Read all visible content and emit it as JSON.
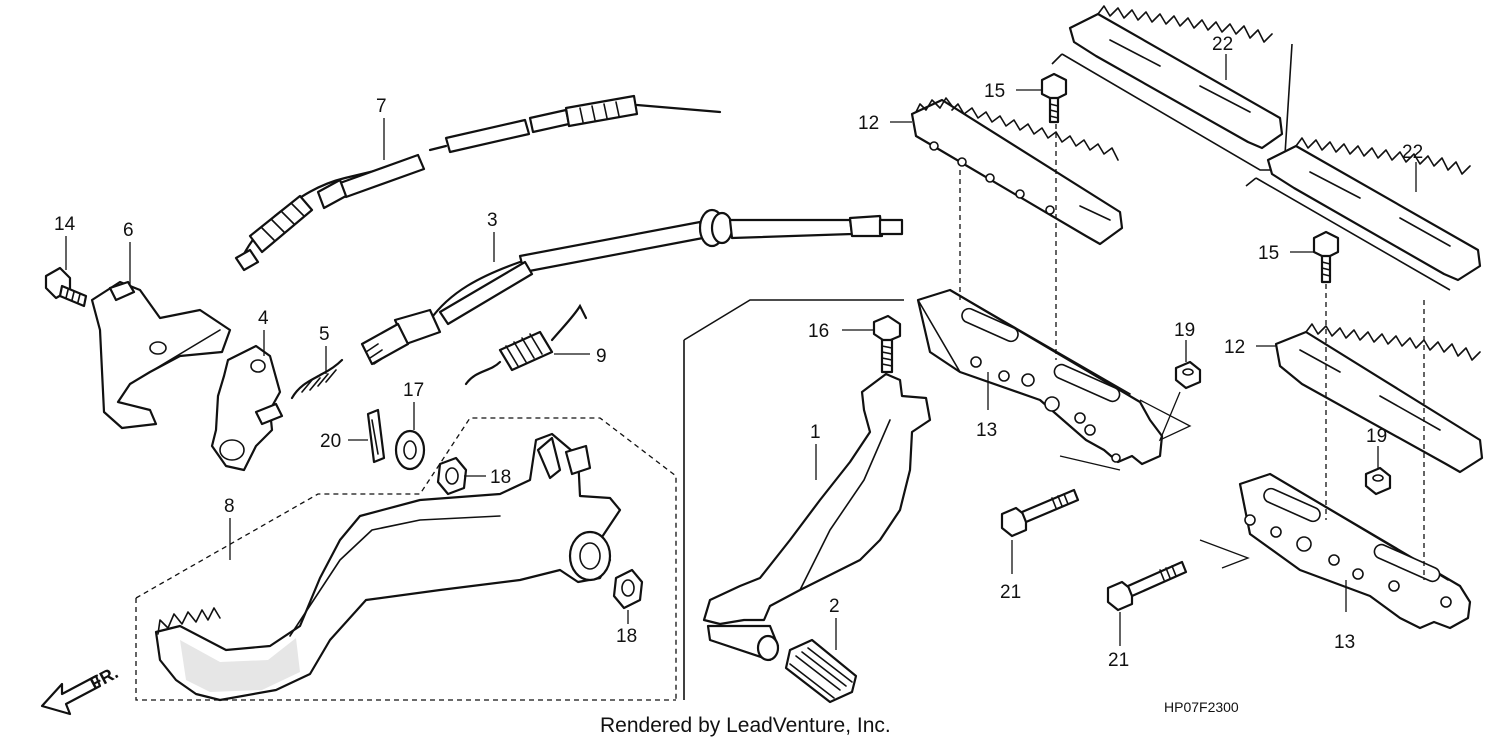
{
  "diagram": {
    "footer": "Rendered by LeadVenture, Inc.",
    "drawing_code": "HP07F2300",
    "direction_label": "FR.",
    "callouts": [
      {
        "id": "c1",
        "label": "1"
      },
      {
        "id": "c2",
        "label": "2"
      },
      {
        "id": "c3",
        "label": "3"
      },
      {
        "id": "c4",
        "label": "4"
      },
      {
        "id": "c5",
        "label": "5"
      },
      {
        "id": "c6",
        "label": "6"
      },
      {
        "id": "c7",
        "label": "7"
      },
      {
        "id": "c8",
        "label": "8"
      },
      {
        "id": "c9",
        "label": "9"
      },
      {
        "id": "c12a",
        "label": "12"
      },
      {
        "id": "c12b",
        "label": "12"
      },
      {
        "id": "c13a",
        "label": "13"
      },
      {
        "id": "c13b",
        "label": "13"
      },
      {
        "id": "c14",
        "label": "14"
      },
      {
        "id": "c15a",
        "label": "15"
      },
      {
        "id": "c15b",
        "label": "15"
      },
      {
        "id": "c16",
        "label": "16"
      },
      {
        "id": "c17",
        "label": "17"
      },
      {
        "id": "c18a",
        "label": "18"
      },
      {
        "id": "c18b",
        "label": "18"
      },
      {
        "id": "c19a",
        "label": "19"
      },
      {
        "id": "c19b",
        "label": "19"
      },
      {
        "id": "c20",
        "label": "20"
      },
      {
        "id": "c21a",
        "label": "21"
      },
      {
        "id": "c21b",
        "label": "21"
      },
      {
        "id": "c22a",
        "label": "22"
      },
      {
        "id": "c22b",
        "label": "22"
      }
    ]
  }
}
